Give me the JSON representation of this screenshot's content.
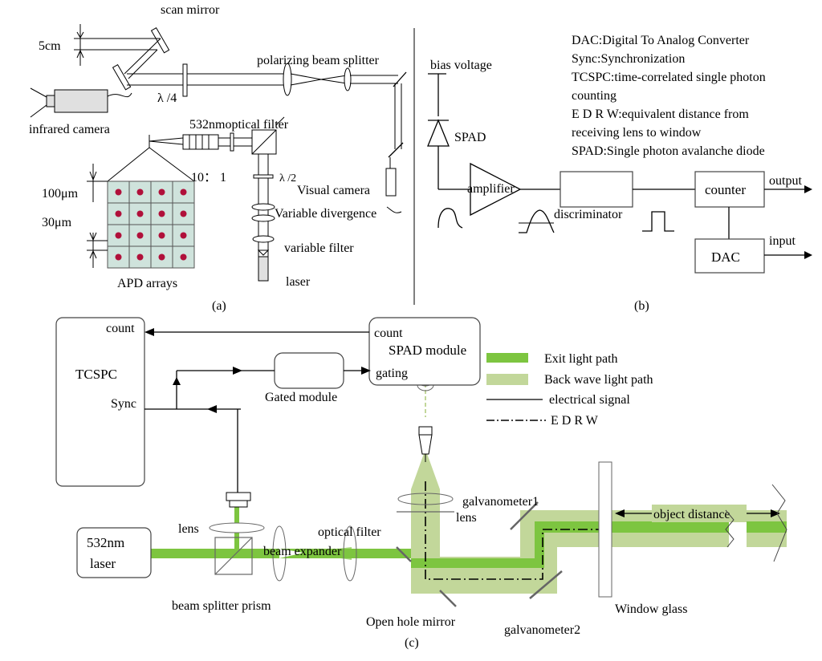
{
  "panel_a": {
    "caption": "(a)",
    "scan_mirror": "scan mirror",
    "dist_5cm": "5cm",
    "infrared_camera": "infrared camera",
    "lambda_4": "λ /4",
    "pbs": "polarizing beam splitter",
    "filter_532": "532nmoptical filter",
    "ratio": "10： 1",
    "lambda_2": "λ /2",
    "visual_camera": "Visual camera",
    "variable_divergence": "Variable divergence",
    "variable_filter": "variable filter",
    "laser": "laser",
    "dim_100": "100μm",
    "dim_30": "30μm",
    "apd_arrays": "APD arrays",
    "apd_grid": {
      "rows": 4,
      "cols": 4,
      "cell_color": "#cfe3dc",
      "dot_color": "#b0103a"
    }
  },
  "panel_b": {
    "caption": "(b)",
    "legend": [
      "DAC:Digital To Analog Converter",
      "Sync:Synchronization",
      "TCSPC:time-correlated single photon",
      "counting",
      "E D R W:equivalent distance from",
      "receiving lens to window",
      "SPAD:Single photon avalanche diode"
    ],
    "bias_voltage": "bias voltage",
    "spad": "SPAD",
    "amplifier": "amplifier",
    "discriminator": "discriminator",
    "counter": "counter",
    "output": "output",
    "input": "input",
    "dac": "DAC"
  },
  "panel_c": {
    "caption": "(c)",
    "count_left": "count",
    "tcspc": "TCSPC",
    "sync": "Sync",
    "gated_module": "Gated module",
    "count_right": "count",
    "spad_module": "SPAD module",
    "gating": "gating",
    "legend": {
      "exit": "Exit light path",
      "back": "Back wave light path",
      "electrical": "electrical signal",
      "edrw": "E D R W"
    },
    "lens_left": "lens",
    "laser_line1": "532nm",
    "laser_line2": "laser",
    "beam_expander": "beam expander",
    "beam_splitter_prism": "beam splitter prism",
    "optical_filter": "optical filter",
    "lens_right": "lens",
    "galvanometer1": "galvanometer1",
    "galvanometer2": "galvanometer2",
    "open_hole_mirror": "Open hole mirror",
    "window_glass": "Window glass",
    "object_distance": "object distance",
    "colors": {
      "exit": "#7dc540",
      "back": "#c2d79a"
    }
  }
}
